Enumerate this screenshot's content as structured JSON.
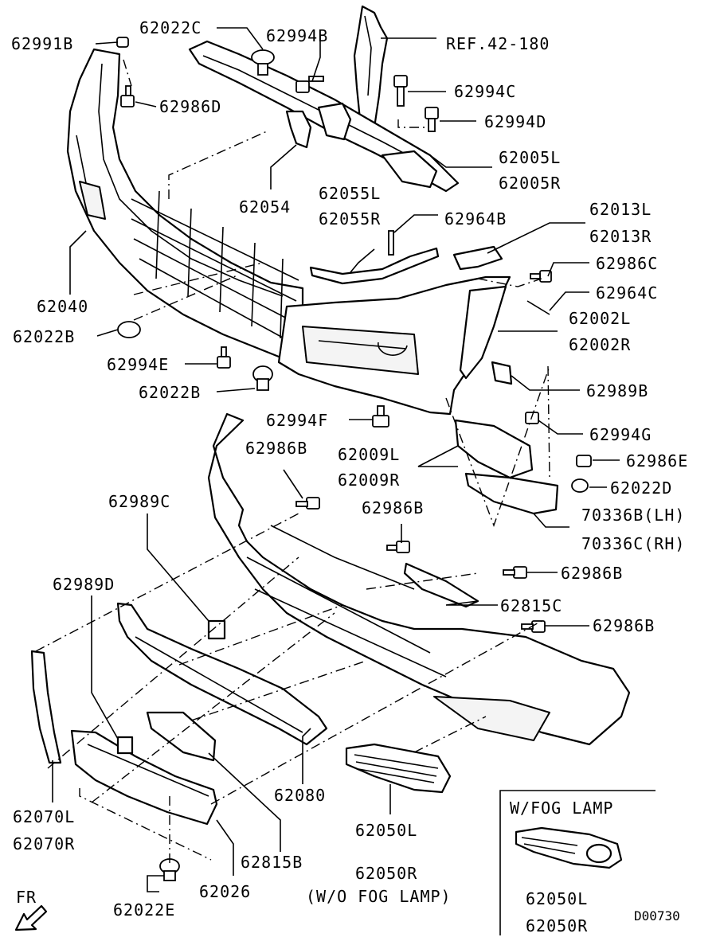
{
  "labels": {
    "p62991B": "62991B",
    "p62022C": "62022C",
    "p62994B": "62994B",
    "ref": "REF.42-180",
    "p62986D": "62986D",
    "p62994C": "62994C",
    "p62994D": "62994D",
    "p62005L": "62005L",
    "p62005R": "62005R",
    "p62054": "62054",
    "p62055L": "62055L",
    "p62055R": "62055R",
    "p62964B": "62964B",
    "p62013L": "62013L",
    "p62013R": "62013R",
    "p62986C": "62986C",
    "p62040": "62040",
    "p62964C": "62964C",
    "p62002L": "62002L",
    "p62002R": "62002R",
    "p62022B_a": "62022B",
    "p62994E": "62994E",
    "p62022B_b": "62022B",
    "p62989B": "62989B",
    "p62994F": "62994F",
    "p62994G": "62994G",
    "p62986B_a": "62986B",
    "p62009L": "62009L",
    "p62009R": "62009R",
    "p62986E": "62986E",
    "p62989C": "62989C",
    "p62022D": "62022D",
    "p62986B_b": "62986B",
    "p70336B": "70336B(LH)",
    "p70336C": "70336C(RH)",
    "p62989D": "62989D",
    "p62986B_c": "62986B",
    "p62815C": "62815C",
    "p62986B_d": "62986B",
    "p62080": "62080",
    "p62070L": "62070L",
    "p62070R": "62070R",
    "p62050L_a": "62050L",
    "p62050R_a": "62050R",
    "wo_fog": "(W/O FOG LAMP)",
    "p62815B": "62815B",
    "p62026": "62026",
    "p62022E": "62022E",
    "fr": "FR",
    "w_fog": "W/FOG LAMP",
    "p62050L_b": "62050L",
    "p62050R_b": "62050R",
    "code": "D00730"
  }
}
